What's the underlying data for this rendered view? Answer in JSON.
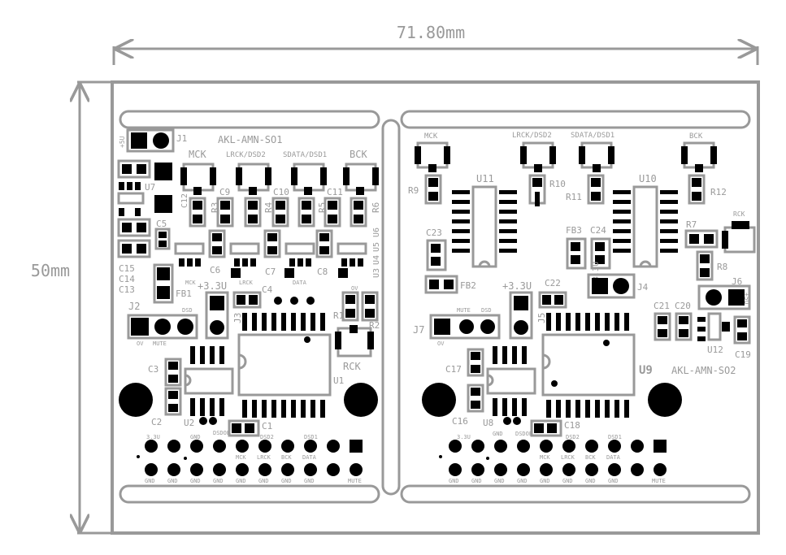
{
  "dimensions": {
    "width_label": "71.80mm",
    "height_label": "50mm"
  },
  "boards": [
    {
      "name_label": "AKL-AMN-SO1",
      "labels": {
        "j1": "J1",
        "j2": "J2",
        "j3": "J3",
        "u1": "U1",
        "u2": "U2",
        "u3": "U3",
        "u4": "U4",
        "u5": "U5",
        "u6": "U6",
        "u7": "U7",
        "fb1": "FB1",
        "r1": "R1",
        "r2": "R2",
        "r3": "R3",
        "r4": "R4",
        "r5": "R5",
        "r6": "R6",
        "c1": "C1",
        "c2": "C2",
        "c3": "C3",
        "c4": "C4",
        "c5": "C5",
        "c6": "C6",
        "c7": "C7",
        "c8": "C8",
        "c9": "C9",
        "c10": "C10",
        "c11": "C11",
        "c12": "C12",
        "c13": "C13",
        "c14": "C14",
        "c15": "C15",
        "mck": "MCK",
        "lrck_dsd2": "LRCK/DSD2",
        "sdata_dsd1": "SDATA/DSD1",
        "bck": "BCK",
        "rck": "RCK",
        "v33": "+3.3U",
        "mck_s": "MCK",
        "lrck_s": "LRCK",
        "data_s": "DATA",
        "ov": "OV",
        "dsd": "DSD",
        "mute": "MUTE",
        "ov2": "OV",
        "v5": "+5U",
        "h_33v": "3.3U",
        "h_gnd": "GND",
        "h_dsdoe": "DSDOE",
        "h_mck": "MCK",
        "h_dsd2": "DSD2",
        "h_lrck": "LRCK",
        "h_bck": "BCK",
        "h_dsd1": "DSD1",
        "h_data": "DATA",
        "h_mute": "MUTE"
      }
    },
    {
      "name_label": "AKL-AMN-SO2",
      "labels": {
        "j4": "J4",
        "j5": "J5",
        "j6": "J6",
        "j7": "J7",
        "u8": "U8",
        "u9": "U9",
        "u10": "U10",
        "u11": "U11",
        "u12": "U12",
        "fb2": "FB2",
        "fb3": "FB3",
        "r7": "R7",
        "r8": "R8",
        "r9": "R9",
        "r10": "R10",
        "r11": "R11",
        "r12": "R12",
        "c16": "C16",
        "c17": "C17",
        "c18": "C18",
        "c19": "C19",
        "c20": "C20",
        "c21": "C21",
        "c22": "C22",
        "c23": "C23",
        "c24": "C24",
        "mck": "MCK",
        "lrck_dsd2": "LRCK/DSD2",
        "sdata_dsd1": "SDATA/DSD1",
        "bck": "BCK",
        "rck": "RCK",
        "v33": "+3.3U",
        "v33b": "+3.3U",
        "v5": "+5U",
        "mute": "MUTE",
        "dsd": "DSD",
        "ov": "OV",
        "h_33v": "3.3U",
        "h_gnd": "GND",
        "h_dsdoe": "DSDOE",
        "h_mck": "MCK",
        "h_dsd2": "DSD2",
        "h_lrck": "LRCK",
        "h_bck": "BCK",
        "h_dsd1": "DSD1",
        "h_data": "DATA",
        "h_mute": "MUTE"
      }
    }
  ]
}
